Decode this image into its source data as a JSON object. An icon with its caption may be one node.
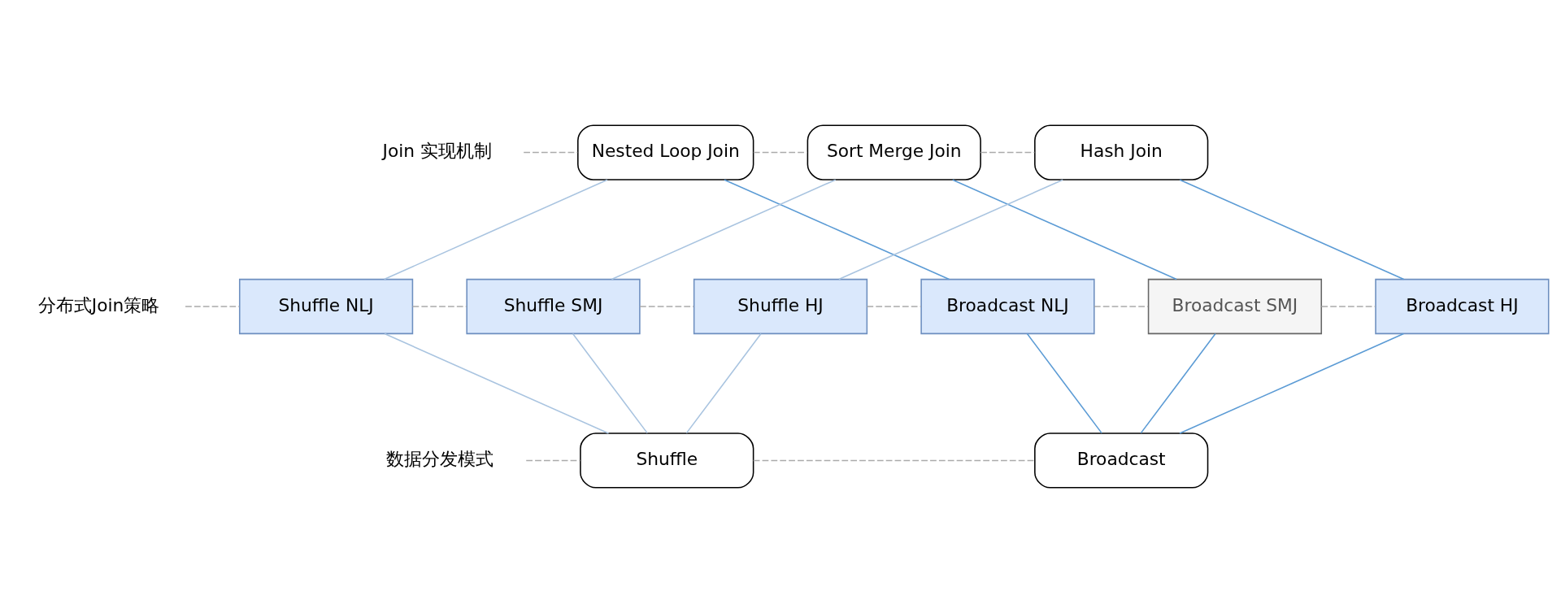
{
  "diagram": {
    "nodes": [
      {
        "text": [
          "Join 实现机制"
        ]
      },
      {
        "text": [
          "Nested Loop Join"
        ]
      },
      {
        "text": [
          "Sort Merge Join"
        ]
      },
      {
        "text": [
          "Hash Join"
        ]
      },
      {
        "text": [
          "分布式Join策略"
        ]
      },
      {
        "text": [
          "Shuffle NLJ"
        ]
      },
      {
        "text": [
          "Shuffle SMJ"
        ]
      },
      {
        "text": [
          "Shuffle HJ"
        ]
      },
      {
        "text": [
          "Broadcast NLJ"
        ]
      },
      {
        "text": [
          "Broadcast SMJ"
        ]
      },
      {
        "text": [
          "Broadcast HJ"
        ]
      },
      {
        "text": [
          "数据分发模式"
        ]
      },
      {
        "text": [
          "Shuffle"
        ]
      },
      {
        "text": [
          "Broadcast"
        ]
      }
    ],
    "edges": [
      {
        "from": 0,
        "to": 1,
        "arrow": "none",
        "style": "dashed",
        "color": "#aaaaaa"
      },
      {
        "from": 1,
        "to": 2,
        "arrow": "none",
        "style": "dashed",
        "color": "#aaaaaa"
      },
      {
        "from": 2,
        "to": 3,
        "arrow": "none",
        "style": "dashed",
        "color": "#aaaaaa"
      },
      {
        "from": 4,
        "to": 5,
        "arrow": "none",
        "style": "dashed",
        "color": "#aaaaaa"
      },
      {
        "from": 5,
        "to": 6,
        "arrow": "none",
        "style": "dashed",
        "color": "#aaaaaa"
      },
      {
        "from": 6,
        "to": 7,
        "arrow": "none",
        "style": "dashed",
        "color": "#aaaaaa"
      },
      {
        "from": 7,
        "to": 8,
        "arrow": "none",
        "style": "dashed",
        "color": "#aaaaaa"
      },
      {
        "from": 8,
        "to": 9,
        "arrow": "none",
        "style": "dashed",
        "color": "#aaaaaa"
      },
      {
        "from": 9,
        "to": 10,
        "arrow": "none",
        "style": "dashed",
        "color": "#aaaaaa"
      },
      {
        "from": 11,
        "to": 12,
        "arrow": "none",
        "style": "dashed",
        "color": "#aaaaaa"
      },
      {
        "from": 12,
        "to": 13,
        "arrow": "none",
        "style": "dashed",
        "color": "#aaaaaa"
      },
      {
        "from": 1,
        "to": 5,
        "arrow": "none",
        "color": "#a9c4e0"
      },
      {
        "from": 1,
        "to": 8,
        "arrow": "none",
        "color": "#5b9bd5"
      },
      {
        "from": 2,
        "to": 6,
        "arrow": "none",
        "color": "#a9c4e0"
      },
      {
        "from": 2,
        "to": 9,
        "arrow": "none",
        "color": "#5b9bd5"
      },
      {
        "from": 3,
        "to": 7,
        "arrow": "none",
        "color": "#a9c4e0"
      },
      {
        "from": 3,
        "to": 10,
        "arrow": "none",
        "color": "#5b9bd5"
      },
      {
        "from": 5,
        "to": 12,
        "arrow": "none",
        "color": "#a9c4e0"
      },
      {
        "from": 6,
        "to": 12,
        "arrow": "none",
        "color": "#a9c4e0"
      },
      {
        "from": 7,
        "to": 12,
        "arrow": "none",
        "color": "#a9c4e0"
      },
      {
        "from": 8,
        "to": 13,
        "arrow": "none",
        "color": "#5b9bd5"
      },
      {
        "from": 9,
        "to": 13,
        "arrow": "none",
        "color": "#5b9bd5"
      },
      {
        "from": 10,
        "to": 13,
        "arrow": "none",
        "color": "#5b9bd5"
      }
    ]
  }
}
